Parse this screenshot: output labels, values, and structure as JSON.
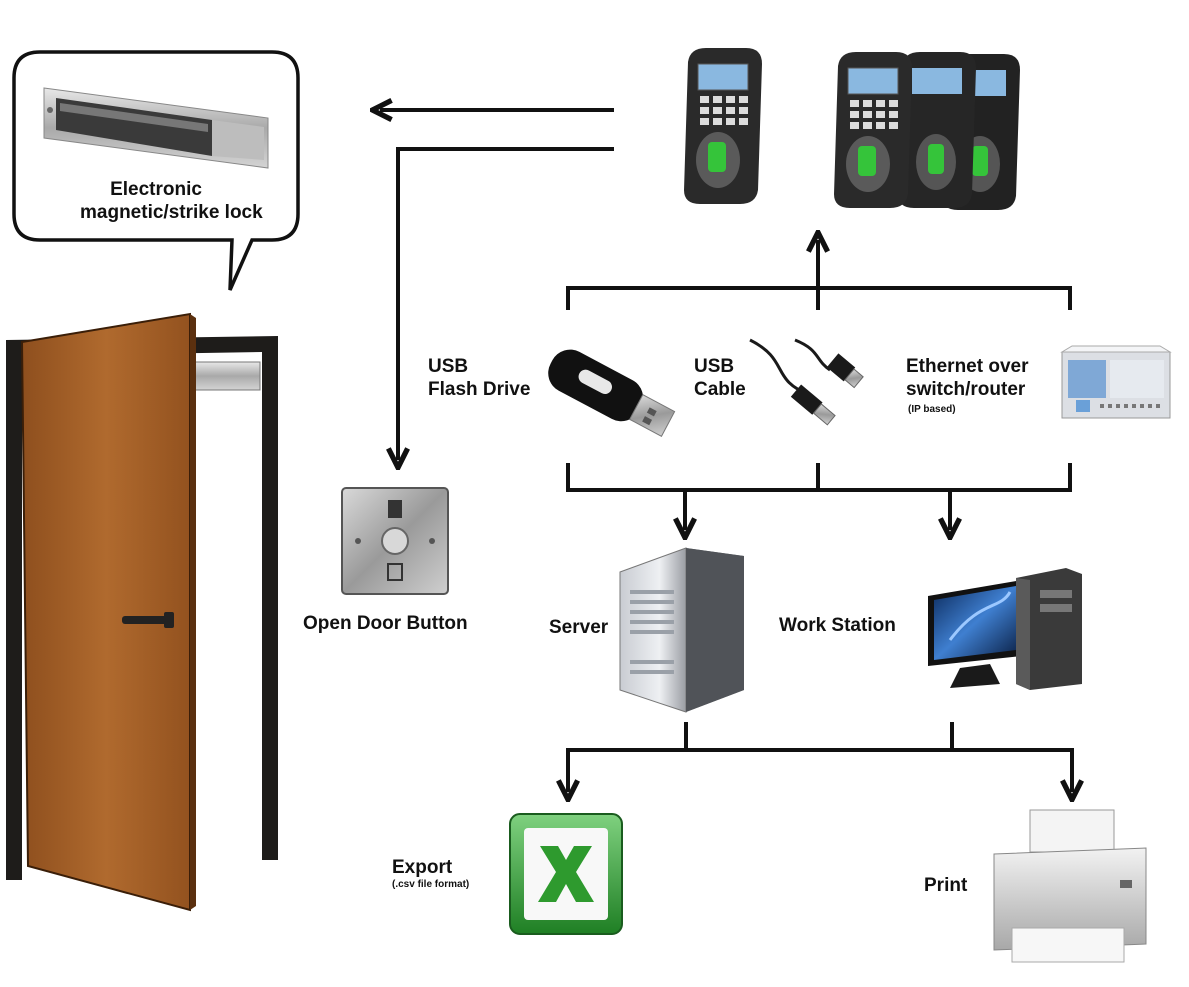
{
  "lock": {
    "label_line1": "Electronic",
    "label_line2": "magnetic/strike lock"
  },
  "usb_flash": {
    "line1": "USB",
    "line2": "Flash Drive"
  },
  "usb_cable": {
    "line1": "USB",
    "line2": "Cable"
  },
  "ethernet": {
    "line1": "Ethernet over",
    "line2": "switch/router",
    "note": "(IP based)"
  },
  "open_door_button": {
    "label": "Open Door Button"
  },
  "server": {
    "label": "Server"
  },
  "workstation": {
    "label": "Work Station"
  },
  "export": {
    "label": "Export",
    "note": "(.csv file format)"
  },
  "print": {
    "label": "Print"
  },
  "colors": {
    "line": "#111111",
    "door_wood": "#a8642a",
    "door_frame": "#1e1c1a",
    "excel_green": "#2e9a2e",
    "fingerprint_green": "#35c43a",
    "device_body": "#2a2a2a",
    "lcd_blue": "#8ab8e0"
  }
}
